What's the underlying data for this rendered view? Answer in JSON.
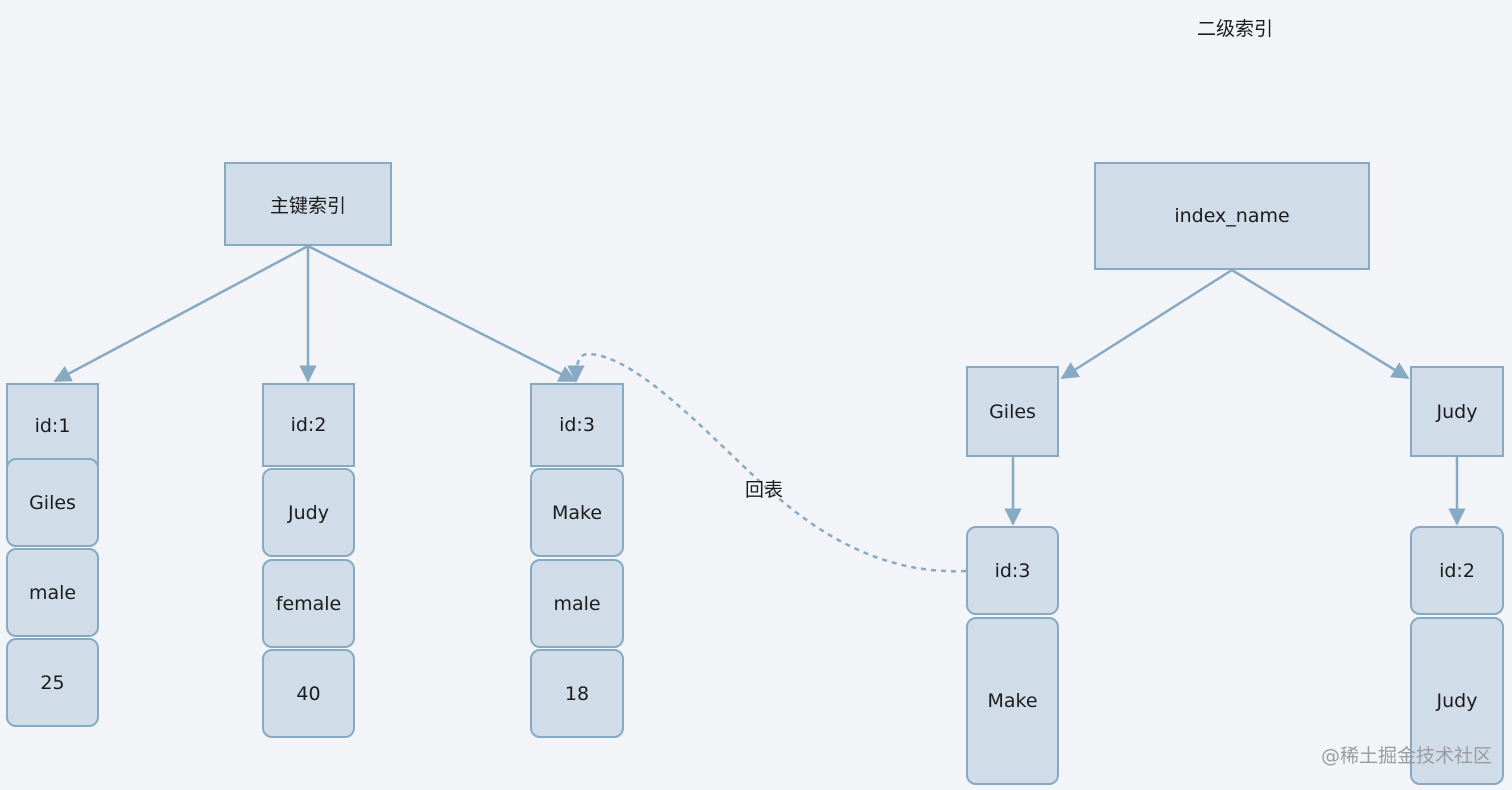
{
  "diagram": {
    "secondary_index_title": "二级索引",
    "back_to_table_label": "回表",
    "watermark": "@稀土掘金技术社区",
    "primary_index": {
      "root_label": "主键索引",
      "records": [
        {
          "id": "id:1",
          "name": "Giles",
          "gender": "male",
          "age": "25"
        },
        {
          "id": "id:2",
          "name": "Judy",
          "gender": "female",
          "age": "40"
        },
        {
          "id": "id:3",
          "name": "Make",
          "gender": "male",
          "age": "18"
        }
      ]
    },
    "secondary_index": {
      "root_label": "index_name",
      "entries": [
        {
          "key": "Giles",
          "id": "id:3",
          "value": "Make"
        },
        {
          "key": "Judy",
          "id": "id:2",
          "value": "Judy"
        }
      ]
    },
    "colors": {
      "node_fill": "#d0dde8",
      "node_border": "#86a9c4",
      "edge": "#86a9c4",
      "background": "#f3f4f7"
    }
  }
}
